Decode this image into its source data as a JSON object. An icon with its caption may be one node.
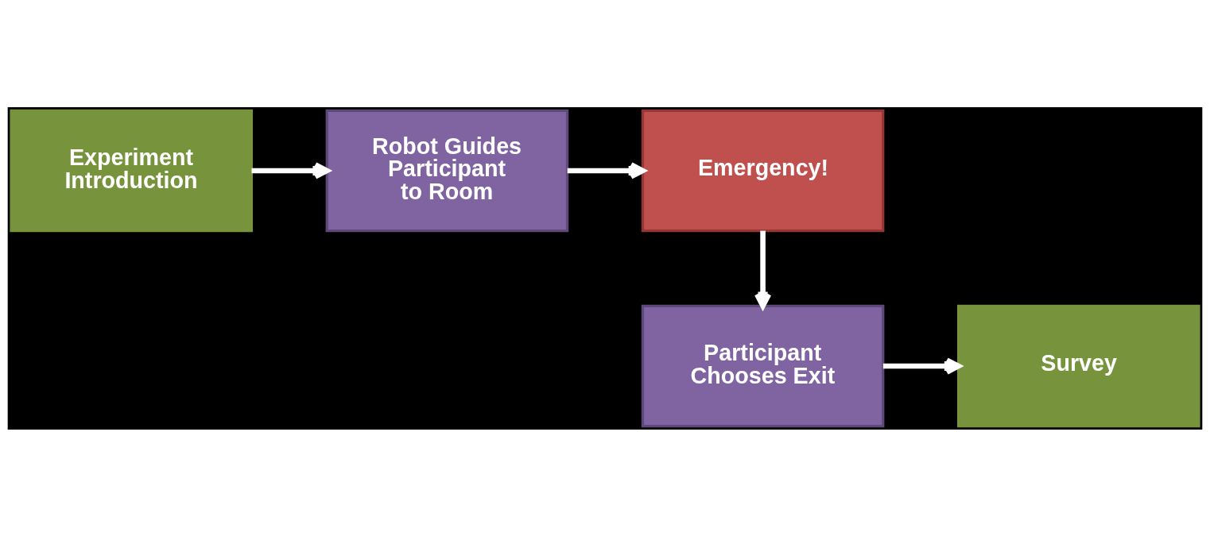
{
  "diagram": {
    "nodes": [
      {
        "text": [
          "Experiment Introduction"
        ]
      },
      {
        "text": [
          "Robot Guides Participant to Room"
        ]
      },
      {
        "text": [
          "Emergency!"
        ]
      },
      {
        "text": [
          "Participant Chooses Exit"
        ]
      },
      {
        "text": [
          "Survey"
        ]
      }
    ],
    "edges": [
      {
        "from": 0,
        "to": 1,
        "arrow": "to"
      },
      {
        "from": 1,
        "to": 2,
        "arrow": "to"
      },
      {
        "from": 2,
        "to": 3,
        "arrow": "to"
      },
      {
        "from": 3,
        "to": 4,
        "arrow": "to"
      }
    ]
  }
}
